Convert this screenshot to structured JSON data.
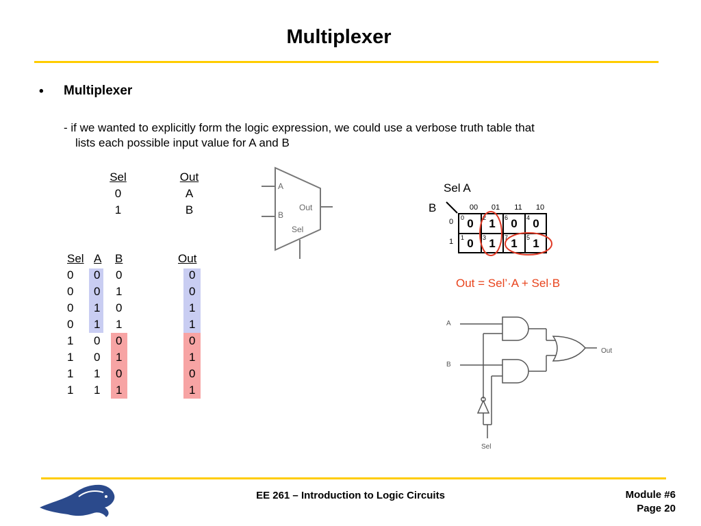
{
  "slide": {
    "title": "Multiplexer",
    "bullet": "•",
    "bullet_title": "Multiplexer",
    "description_line1": "- if we wanted to explicitly form the logic expression, we could use a verbose truth table that",
    "description_line2": "lists each possible input value for A and B"
  },
  "short_table": {
    "headers": [
      "Sel",
      "Out"
    ],
    "rows": [
      [
        "0",
        "A"
      ],
      [
        "1",
        "B"
      ]
    ]
  },
  "mux_symbol": {
    "input_a": "A",
    "input_b": "B",
    "output": "Out",
    "select": "Sel"
  },
  "kmap": {
    "var_top": "Sel A",
    "var_side": "B",
    "col_labels": [
      "00",
      "01",
      "11",
      "10"
    ],
    "row_labels": [
      "0",
      "1"
    ],
    "cells": [
      [
        {
          "idx": "0",
          "val": "0"
        },
        {
          "idx": "2",
          "val": "1"
        },
        {
          "idx": "6",
          "val": "0"
        },
        {
          "idx": "4",
          "val": "0"
        }
      ],
      [
        {
          "idx": "1",
          "val": "0"
        },
        {
          "idx": "3",
          "val": "1"
        },
        {
          "idx": "7",
          "val": "1"
        },
        {
          "idx": "5",
          "val": "1"
        }
      ]
    ]
  },
  "expression": "Out = Sel’·A + Sel·B",
  "full_table": {
    "headers": [
      "Sel",
      "A",
      "B",
      "Out"
    ],
    "rows": [
      [
        "0",
        "0",
        "0",
        "0"
      ],
      [
        "0",
        "0",
        "1",
        "0"
      ],
      [
        "0",
        "1",
        "0",
        "1"
      ],
      [
        "0",
        "1",
        "1",
        "1"
      ],
      [
        "1",
        "0",
        "0",
        "0"
      ],
      [
        "1",
        "0",
        "1",
        "1"
      ],
      [
        "1",
        "1",
        "0",
        "0"
      ],
      [
        "1",
        "1",
        "1",
        "1"
      ]
    ]
  },
  "gate_circuit": {
    "input_a": "A",
    "input_b": "B",
    "output": "Out",
    "select": "Sel"
  },
  "footer": {
    "course": "EE 261 – Introduction to Logic Circuits",
    "module": "Module #6",
    "page": "Page 20"
  },
  "colors": {
    "rule": "#ffcc00",
    "highlight_blue": "#c9cdf2",
    "highlight_red": "#f7a4a4",
    "expression": "#e8431c",
    "kmap_circle": "#e03a26",
    "logo": "#2b4a8c"
  }
}
